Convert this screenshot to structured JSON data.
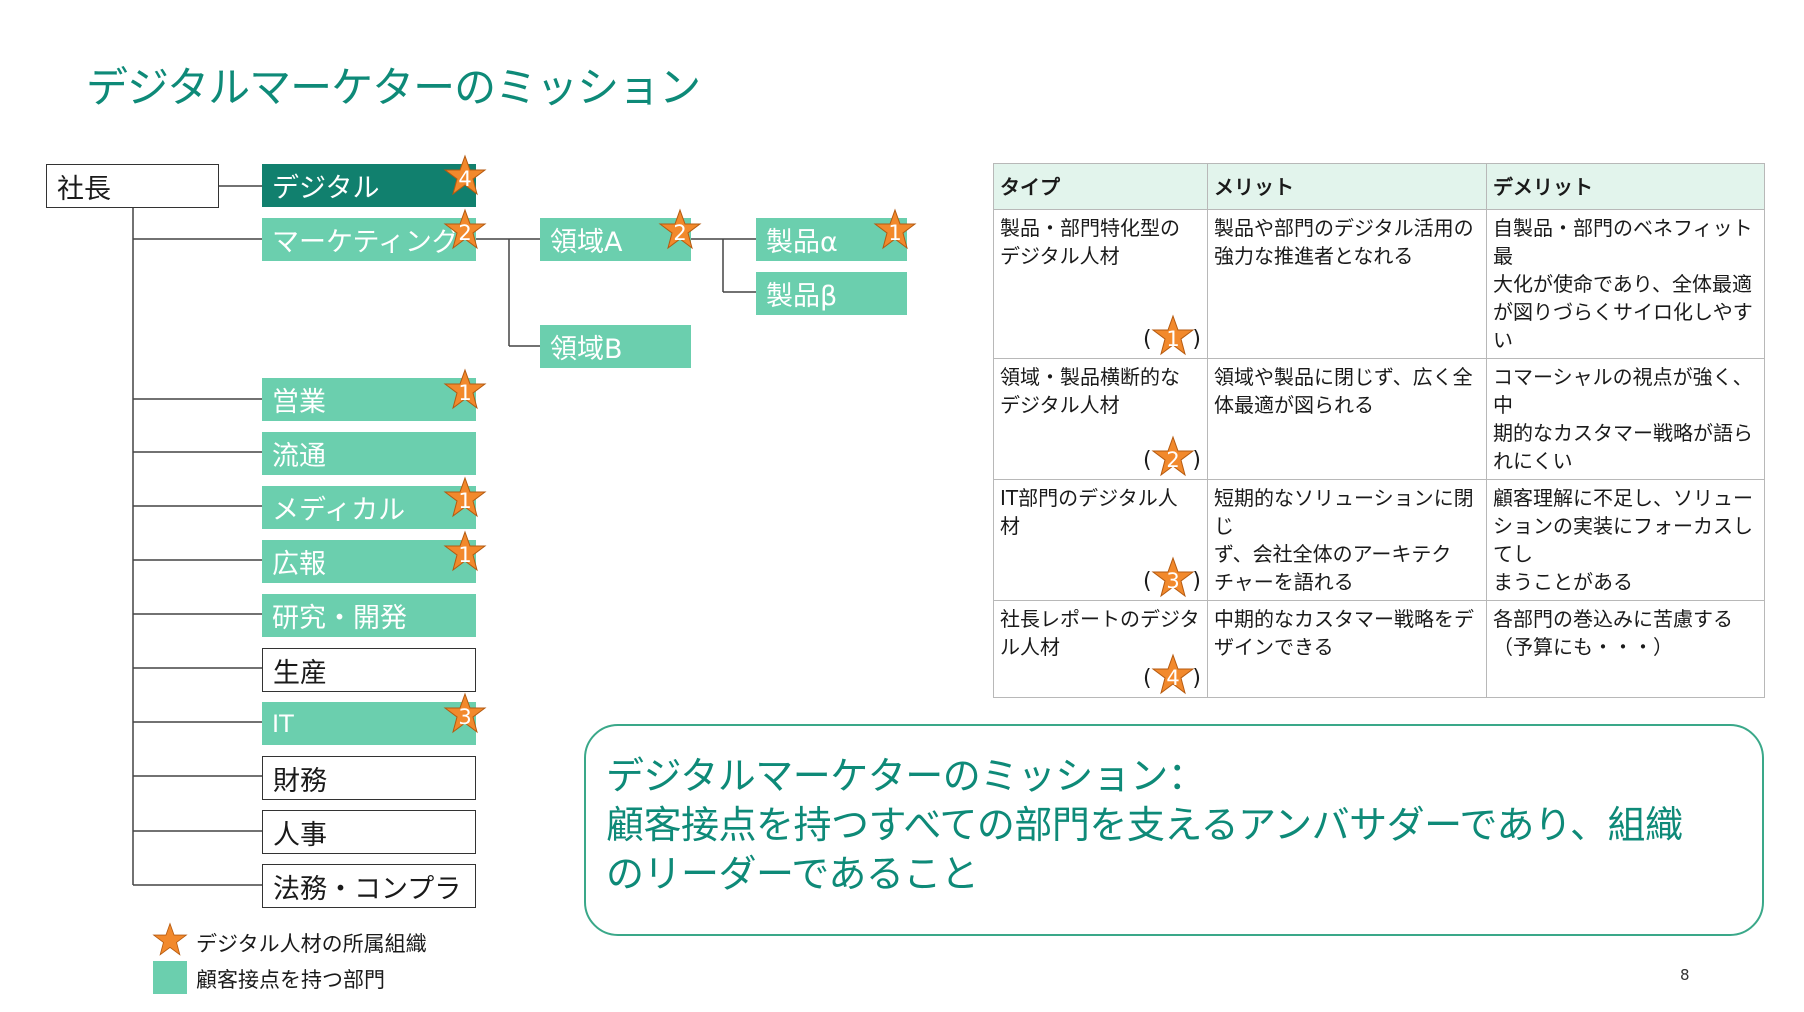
{
  "title": "デジタルマーケターのミッション",
  "org": {
    "root": "社長",
    "digital": {
      "label": "デジタル",
      "star": "4"
    },
    "marketing": {
      "label": "マーケティング",
      "star": "2"
    },
    "domain_a": {
      "label": "領域A",
      "star": "2"
    },
    "domain_b": {
      "label": "領域B"
    },
    "product_alpha": {
      "label": "製品α",
      "star": "1"
    },
    "product_beta": {
      "label": "製品β"
    },
    "sales": {
      "label": "営業",
      "star": "1"
    },
    "distribution": {
      "label": "流通"
    },
    "medical": {
      "label": "メディカル",
      "star": "1"
    },
    "pr": {
      "label": "広報",
      "star": "1"
    },
    "rnd": {
      "label": "研究・開発"
    },
    "production": {
      "label": "生産"
    },
    "it": {
      "label": "IT",
      "star": "3"
    },
    "finance": {
      "label": "財務"
    },
    "hr": {
      "label": "人事"
    },
    "legal": {
      "label": "法務・コンプラ"
    }
  },
  "legend": {
    "star_label": "デジタル人材の所属組織",
    "box_label": "顧客接点を持つ部門"
  },
  "table": {
    "headers": [
      "タイプ",
      "メリット",
      "デメリット"
    ],
    "rows": [
      {
        "type": [
          "製品・部門特化型の",
          "デジタル人材"
        ],
        "star": "1",
        "merit": [
          "製品や部門のデジタル活用の",
          "強力な推進者となれる"
        ],
        "demerit": [
          "自製品・部門のベネフィット最",
          "大化が使命であり、全体最適",
          "が図りづらくサイロ化しやすい"
        ]
      },
      {
        "type": [
          "領域・製品横断的な",
          "デジタル人材"
        ],
        "star": "2",
        "merit": [
          "領域や製品に閉じず、広く全",
          "体最適が図られる"
        ],
        "demerit": [
          "コマーシャルの視点が強く、中",
          "期的なカスタマー戦略が語ら",
          "れにくい"
        ]
      },
      {
        "type": [
          "IT部門のデジタル人",
          "材"
        ],
        "star": "3",
        "merit": [
          "短期的なソリューションに閉じ",
          "ず、会社全体のアーキテク",
          "チャーを語れる"
        ],
        "demerit": [
          "顧客理解に不足し、ソリュー",
          "ションの実装にフォーカスしてし",
          "まうことがある"
        ]
      },
      {
        "type": [
          "社長レポートのデジタ",
          "ル人材"
        ],
        "star": "4",
        "merit": [
          "中期的なカスタマー戦略をデ",
          "ザインできる"
        ],
        "demerit": [
          "各部門の巻込みに苦慮する",
          "（予算にも・・・）"
        ]
      }
    ]
  },
  "mission": {
    "line1": "デジタルマーケターのミッション：",
    "line2": "顧客接点を持つすべての部門を支えるアンバサダーであり、組織",
    "line3": "のリーダーであること"
  },
  "page_number": "8",
  "colors": {
    "accent": "#0e8a78",
    "highlight_box": "#6bcfae",
    "dark_box": "#11806e",
    "star": "#f2892c",
    "table_header": "#e2f4ec"
  }
}
